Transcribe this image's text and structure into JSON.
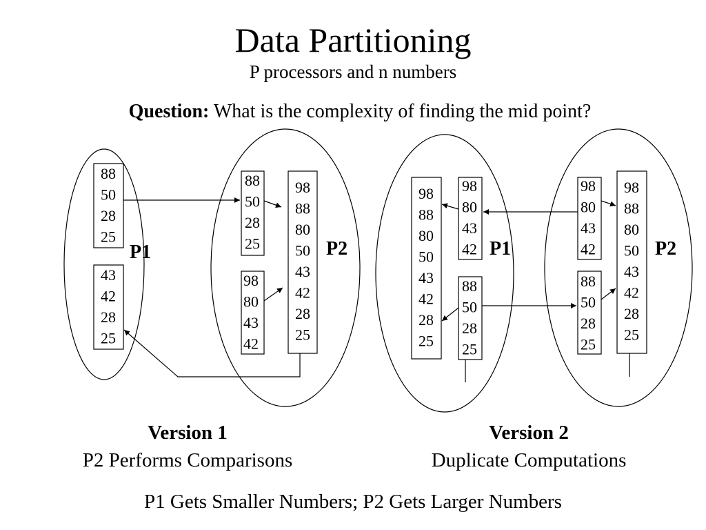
{
  "title": "Data Partitioning",
  "subtitle": "P processors and n numbers",
  "question": {
    "label": "Question:",
    "text": "What is the complexity of finding the mid point?"
  },
  "version1": {
    "p1_label": "P1",
    "p2_label": "P2",
    "p1_top_list": [
      "88",
      "50",
      "28",
      "25"
    ],
    "p1_bottom_list": [
      "43",
      "42",
      "28",
      "25"
    ],
    "p2_upper_list": [
      "88",
      "50",
      "28",
      "25"
    ],
    "p2_lower_list": [
      "98",
      "80",
      "43",
      "42"
    ],
    "p2_merged_list": [
      "98",
      "88",
      "80",
      "50",
      "43",
      "42",
      "28",
      "25"
    ],
    "title": "Version 1",
    "subtitle": "P2 Performs Comparisons"
  },
  "version2": {
    "p1_label": "P1",
    "p2_label": "P2",
    "p1_merged_list": [
      "98",
      "88",
      "80",
      "50",
      "43",
      "42",
      "28",
      "25"
    ],
    "p1_received_list": [
      "98",
      "80",
      "43",
      "42"
    ],
    "p1_own_list": [
      "88",
      "50",
      "28",
      "25"
    ],
    "p2_own_list": [
      "98",
      "80",
      "43",
      "42"
    ],
    "p2_received_list": [
      "88",
      "50",
      "28",
      "25"
    ],
    "p2_merged_list": [
      "98",
      "88",
      "80",
      "50",
      "43",
      "42",
      "28",
      "25"
    ],
    "title": "Version 2",
    "subtitle": "Duplicate Computations"
  },
  "footer": "P1 Gets Smaller Numbers; P2 Gets Larger Numbers"
}
